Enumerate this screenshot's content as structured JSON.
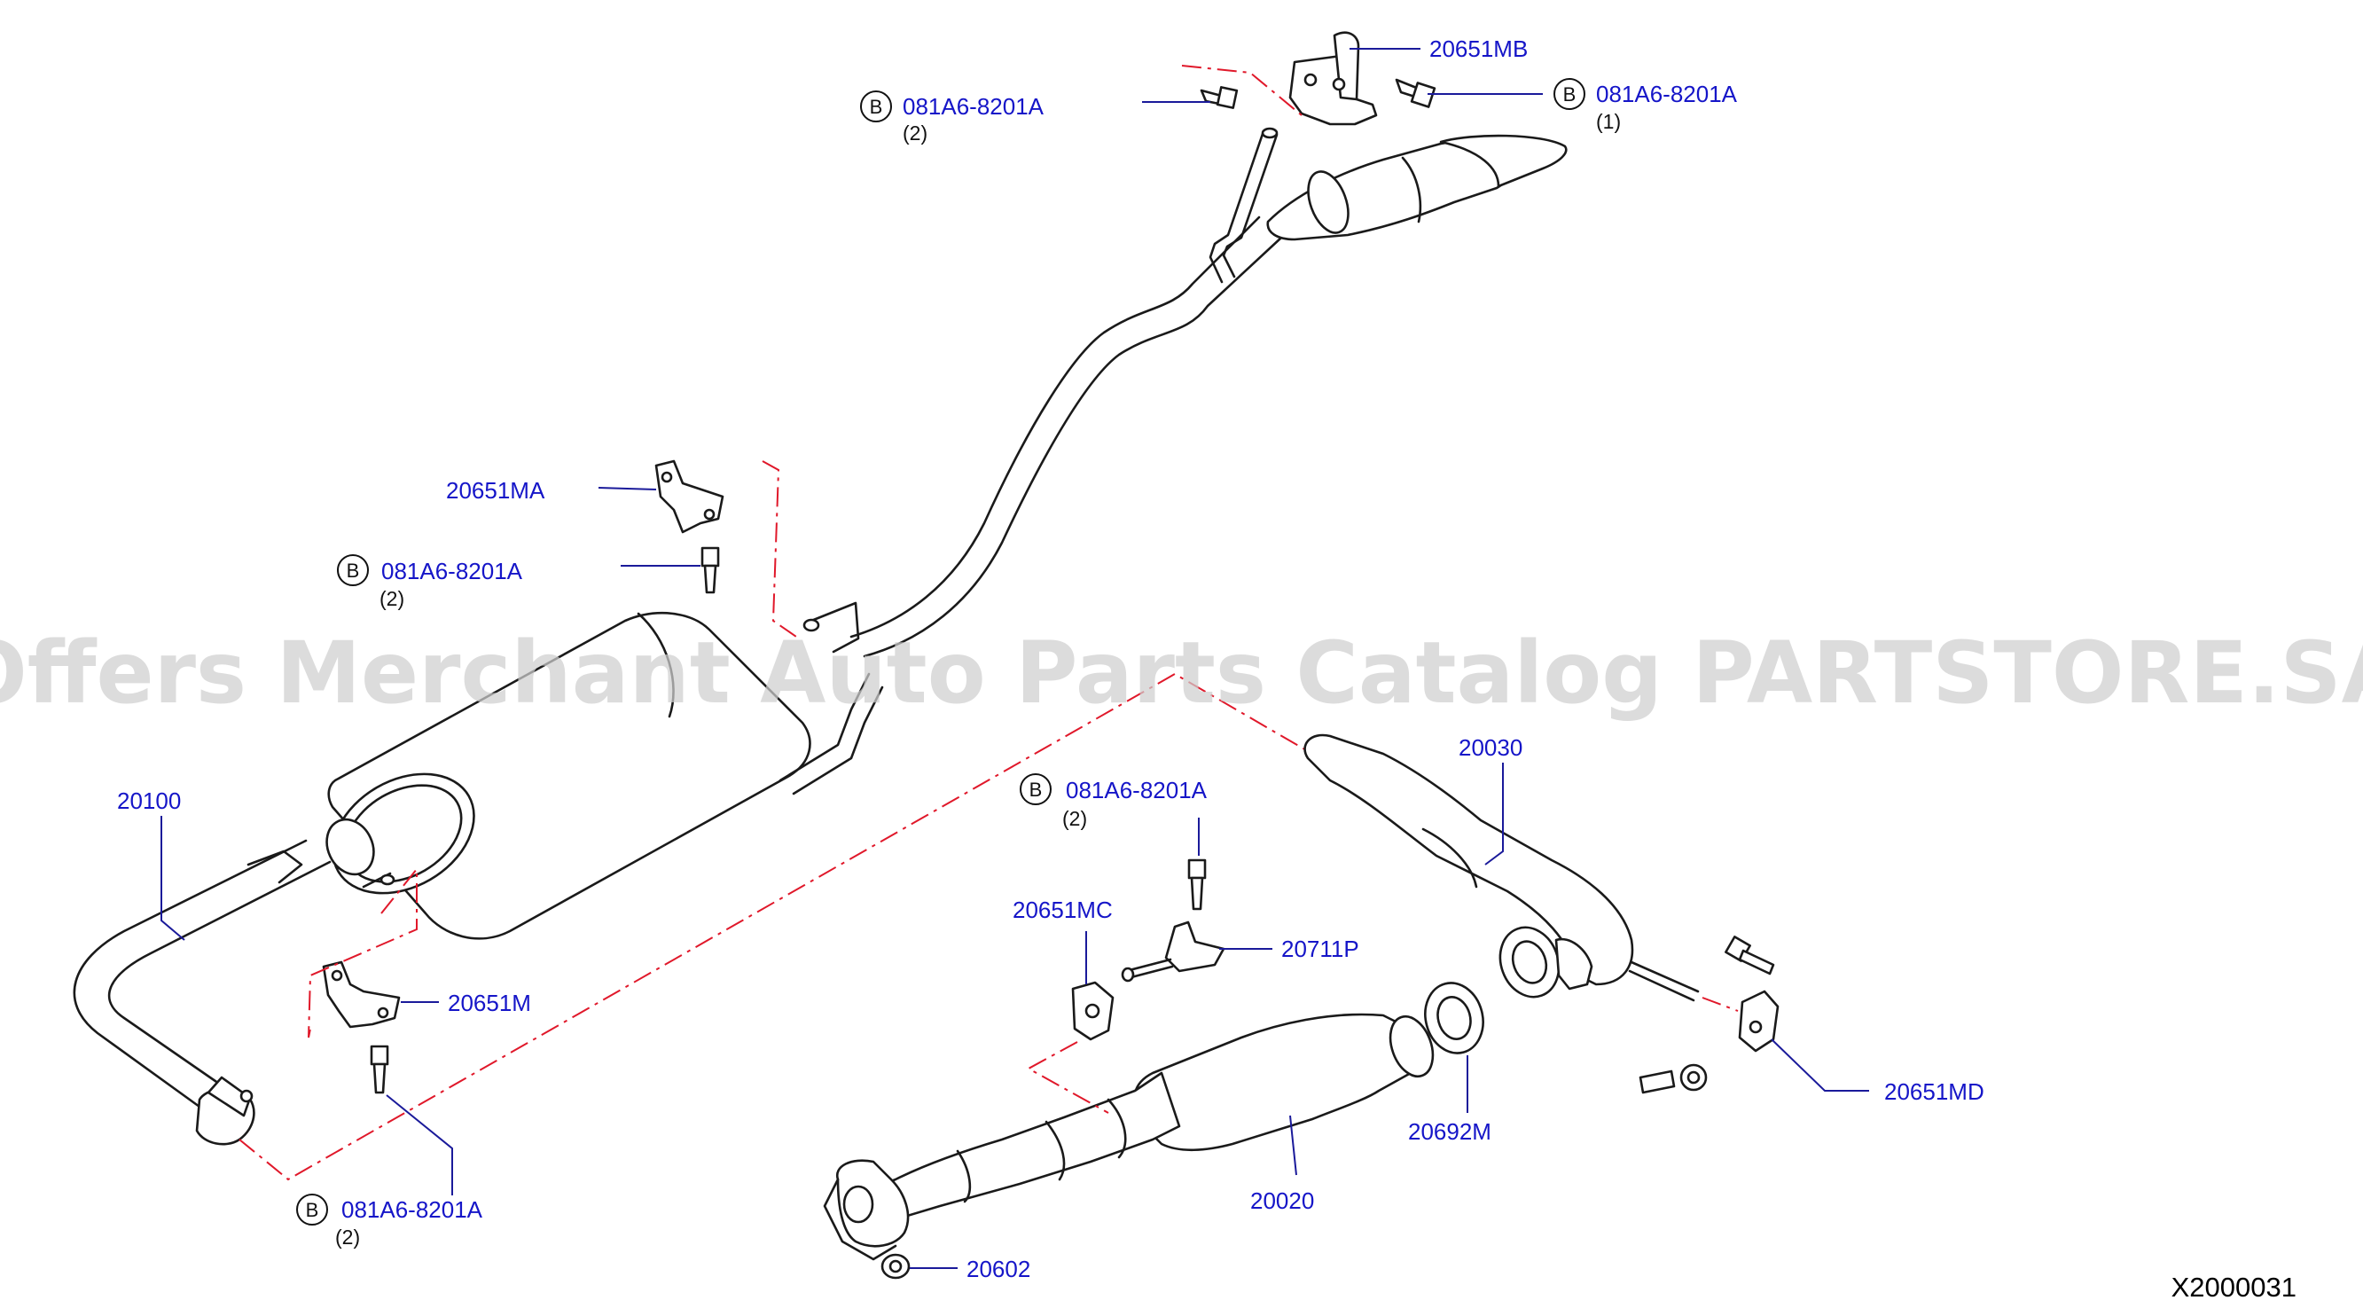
{
  "diagram": {
    "watermark": "Offers Merchant Auto Parts Catalog PARTSTORE.SA",
    "reference": "X2000031",
    "bolt_symbol": "B",
    "callouts": {
      "p20651MB": "20651MB",
      "bolt_top_left": {
        "part": "081A6-8201A",
        "qty": "(2)"
      },
      "bolt_top_right": {
        "part": "081A6-8201A",
        "qty": "(1)"
      },
      "p20651MA": "20651MA",
      "bolt_mid_left": {
        "part": "081A6-8201A",
        "qty": "(2)"
      },
      "p20100": "20100",
      "p20651M": "20651M",
      "bolt_bottom_left": {
        "part": "081A6-8201A",
        "qty": "(2)"
      },
      "bolt_center": {
        "part": "081A6-8201A",
        "qty": "(2)"
      },
      "p20651MC": "20651MC",
      "p20711P": "20711P",
      "p20030": "20030",
      "p20692M": "20692M",
      "p20651MD": "20651MD",
      "p20020": "20020",
      "p20602": "20602"
    }
  }
}
